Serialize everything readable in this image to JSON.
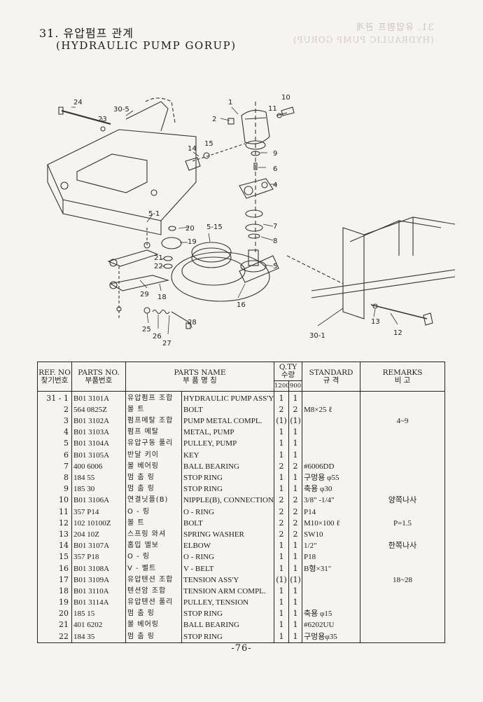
{
  "header": {
    "title_ko": "31. 유압펌프 관계",
    "title_en": "(HYDRAULIC PUMP GORUP)"
  },
  "diagram": {
    "callouts": [
      "24",
      "23",
      "30-5",
      "1",
      "2",
      "11",
      "10",
      "15",
      "14",
      "9",
      "6",
      "4",
      "5-1",
      "20",
      "5-15",
      "19",
      "7",
      "8",
      "21",
      "22",
      "5",
      "29",
      "18",
      "16",
      "25",
      "26",
      "27",
      "28",
      "30-1",
      "13",
      "12"
    ]
  },
  "table": {
    "headers": {
      "ref_en": "REF. NO",
      "ref_ko": "찾기번호",
      "parts_no_en": "PARTS NO.",
      "parts_no_ko": "부품번호",
      "name_en": "PARTS NAME",
      "name_ko": "부 품 명 칭",
      "qty_en": "Q.TY",
      "qty_ko": "수량",
      "qty_col1": "1200",
      "qty_col2": "900",
      "standard_en": "STANDARD",
      "standard_ko": "규 격",
      "remarks_en": "REMARKS",
      "remarks_ko": "비 고"
    },
    "rows": [
      {
        "ref": "31 - 1",
        "no": "B01 3101A",
        "ko": "유압펌프 조합",
        "en": "HYDRAULIC PUMP ASS'Y",
        "q1": "1",
        "q2": "1",
        "std": "",
        "rem": ""
      },
      {
        "ref": "2",
        "no": "564 0825Z",
        "ko": "볼 트",
        "en": "BOLT",
        "q1": "2",
        "q2": "2",
        "std": "M8×25 ℓ",
        "rem": ""
      },
      {
        "ref": "3",
        "no": "B01 3102A",
        "ko": "펌프메탈 조합",
        "en": "PUMP METAL COMPL.",
        "q1": "(1)",
        "q2": "(1)",
        "std": "",
        "rem": "4~9"
      },
      {
        "ref": "4",
        "no": "B01 3103A",
        "ko": "펌프 메탈",
        "en": "METAL, PUMP",
        "q1": "1",
        "q2": "1",
        "std": "",
        "rem": ""
      },
      {
        "ref": "5",
        "no": "B01 3104A",
        "ko": "유압구동 풀리",
        "en": "PULLEY, PUMP",
        "q1": "1",
        "q2": "1",
        "std": "",
        "rem": ""
      },
      {
        "ref": "6",
        "no": "B01 3105A",
        "ko": "반달 키이",
        "en": "KEY",
        "q1": "1",
        "q2": "1",
        "std": "",
        "rem": ""
      },
      {
        "ref": "7",
        "no": "400 6006",
        "ko": "볼 베어링",
        "en": "BALL BEARING",
        "q1": "2",
        "q2": "2",
        "std": "#6006DD",
        "rem": ""
      },
      {
        "ref": "8",
        "no": "184 55",
        "ko": "멈 춤 링",
        "en": "STOP RING",
        "q1": "1",
        "q2": "1",
        "std": "구멍용 φ55",
        "rem": ""
      },
      {
        "ref": "9",
        "no": "185 30",
        "ko": "멈 춤 링",
        "en": "STOP RING",
        "q1": "1",
        "q2": "1",
        "std": "축용 φ30",
        "rem": ""
      },
      {
        "ref": "10",
        "no": "B01 3106A",
        "ko": "연결닛플(B)",
        "en": "NIPPLE(B), CONNECTION",
        "q1": "2",
        "q2": "2",
        "std": "3/8\" -1/4\"",
        "rem": "양쪽나사"
      },
      {
        "ref": "11",
        "no": "357 P14",
        "ko": "O - 링",
        "en": "O - RING",
        "q1": "2",
        "q2": "2",
        "std": "P14",
        "rem": ""
      },
      {
        "ref": "12",
        "no": "102 10100Z",
        "ko": "볼 트",
        "en": "BOLT",
        "q1": "2",
        "q2": "2",
        "std": "M10×100 ℓ",
        "rem": "P=1.5"
      },
      {
        "ref": "13",
        "no": "204 10Z",
        "ko": "스프링 와셔",
        "en": "SPRING WASHER",
        "q1": "2",
        "q2": "2",
        "std": "SW10",
        "rem": ""
      },
      {
        "ref": "14",
        "no": "B01 3107A",
        "ko": "홉입 엘보",
        "en": "ELBOW",
        "q1": "1",
        "q2": "1",
        "std": "1/2\"",
        "rem": "한쪽나사"
      },
      {
        "ref": "15",
        "no": "357 P18",
        "ko": "O - 링",
        "en": "O - RING",
        "q1": "1",
        "q2": "1",
        "std": "P18",
        "rem": ""
      },
      {
        "ref": "16",
        "no": "B01 3108A",
        "ko": "V - 벨트",
        "en": "V - BELT",
        "q1": "1",
        "q2": "1",
        "std": "B형×31\"",
        "rem": ""
      },
      {
        "ref": "17",
        "no": "B01 3109A",
        "ko": "유압텐션 조합",
        "en": "TENSION ASS'Y",
        "q1": "(1)",
        "q2": "(1)",
        "std": "",
        "rem": "18~28"
      },
      {
        "ref": "18",
        "no": "B01 3110A",
        "ko": "텐션암 조합",
        "en": "TENSION ARM COMPL.",
        "q1": "1",
        "q2": "1",
        "std": "",
        "rem": ""
      },
      {
        "ref": "19",
        "no": "B01 3114A",
        "ko": "유압텐션 풀리",
        "en": "PULLEY, TENSION",
        "q1": "1",
        "q2": "1",
        "std": "",
        "rem": ""
      },
      {
        "ref": "20",
        "no": "185 15",
        "ko": "멈 춤 링",
        "en": "STOP RING",
        "q1": "1",
        "q2": "1",
        "std": "축용 φ15",
        "rem": ""
      },
      {
        "ref": "21",
        "no": "401 6202",
        "ko": "볼 베어링",
        "en": "BALL BEARING",
        "q1": "1",
        "q2": "1",
        "std": "#6202UU",
        "rem": ""
      },
      {
        "ref": "22",
        "no": "184 35",
        "ko": "멈 춤 링",
        "en": "STOP RING",
        "q1": "1",
        "q2": "1",
        "std": "구멍용φ35",
        "rem": ""
      }
    ]
  },
  "footer": {
    "page": "-76-"
  }
}
